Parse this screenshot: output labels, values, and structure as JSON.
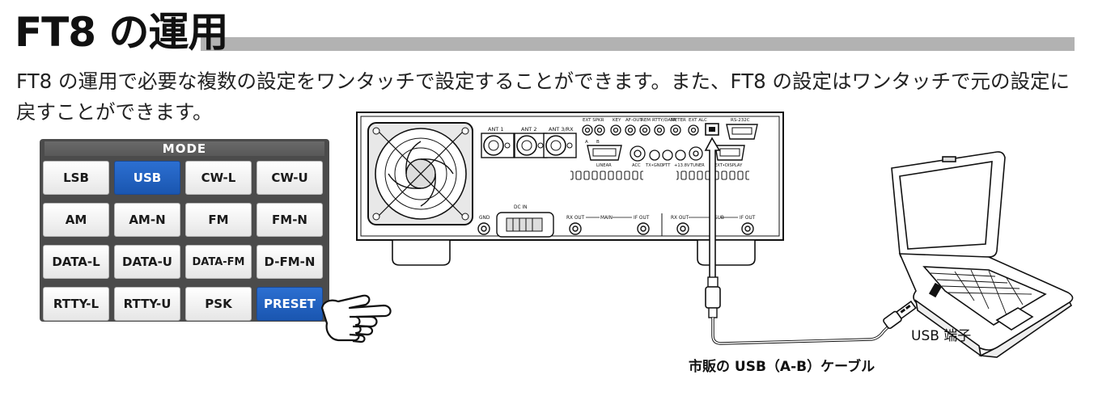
{
  "heading": {
    "title": "FT8 の運用"
  },
  "intro": {
    "text": "FT8 の運用で必要な複数の設定をワンタッチで設定することができます。また、FT8 の設定はワンタッチで元の設定に戻すことができます。"
  },
  "mode_panel": {
    "title": "MODE",
    "buttons": [
      {
        "label": "LSB",
        "active": false
      },
      {
        "label": "USB",
        "active": true
      },
      {
        "label": "CW-L",
        "active": false
      },
      {
        "label": "CW-U",
        "active": false
      },
      {
        "label": "AM",
        "active": false
      },
      {
        "label": "AM-N",
        "active": false
      },
      {
        "label": "FM",
        "active": false
      },
      {
        "label": "FM-N",
        "active": false
      },
      {
        "label": "DATA-L",
        "active": false
      },
      {
        "label": "DATA-U",
        "active": false
      },
      {
        "label": "DATA-FM",
        "active": false
      },
      {
        "label": "D-FM-N",
        "active": false
      },
      {
        "label": "RTTY-L",
        "active": false
      },
      {
        "label": "RTTY-U",
        "active": false
      },
      {
        "label": "PSK",
        "active": false
      },
      {
        "label": "PRESET",
        "active": true
      }
    ],
    "active_color": "#1f5fc0"
  },
  "radio_panel": {
    "ant1": "ANT 1",
    "ant2": "ANT 2",
    "ant3": "ANT 3/RX",
    "ext_spkr": "EXT SPKR",
    "key": "KEY",
    "af_out": "AF-OUT",
    "rem": "REM",
    "rtty_data": "RTTY/DATA",
    "meter": "METER",
    "ext_alc": "EXT ALC",
    "rs232c": "RS-232C",
    "linear": "LINEAR",
    "acc": "ACC",
    "tx_gnd": "TX•GND",
    "ptt": "PTT",
    "plus13v": "+13.8V",
    "tuner": "TUNER",
    "ext_display": "EXT•DISPLAY",
    "gnd": "GND",
    "dc_in": "DC IN",
    "rx_out_main": "RX OUT",
    "main": "MAIN",
    "if_out_main": "IF OUT",
    "rx_out_sub": "RX OUT",
    "sub": "SUB",
    "if_out_sub": "IF OUT",
    "spkr_a": "A",
    "spkr_b": "B"
  },
  "captions": {
    "usb_port": "USB 端子",
    "cable": "市販の USB（A-B）ケーブル"
  }
}
